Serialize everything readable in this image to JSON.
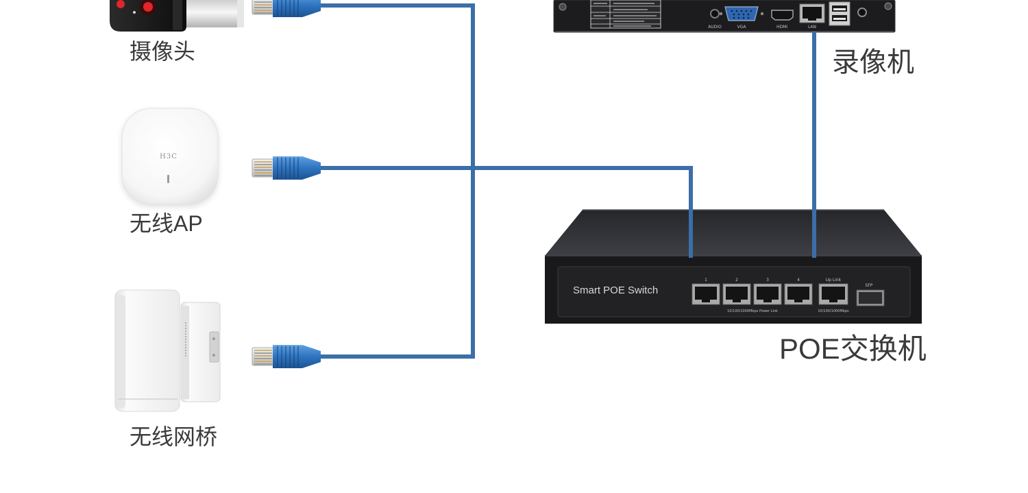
{
  "diagram": {
    "devices": {
      "camera": {
        "label": "摄像头"
      },
      "wireless_ap": {
        "label": "无线AP",
        "brand": "H3C"
      },
      "wireless_bridge": {
        "label": "无线网桥"
      },
      "nvr": {
        "label": "录像机",
        "port_labels": {
          "audio": "AUDIO",
          "vga": "VGA",
          "hdmi": "HDMI",
          "lan": "LAN"
        }
      },
      "poe_switch": {
        "label": "POE交换机",
        "panel_text": "Smart POE Switch",
        "ports": [
          "1",
          "2",
          "3",
          "4"
        ],
        "uplink_label": "Up Link",
        "sfp_label": "SFP",
        "poe_ports_caption": "10/100/1000Mbps Power Link",
        "uplink_caption": "10/100/1000Mbps"
      }
    },
    "colors": {
      "cable": "#3a6fa8",
      "connector_boot": "#2f74c0",
      "device_dark": "#1c1c1e",
      "label_text": "#3a3a3a",
      "camera_led": "#e0262b"
    }
  }
}
